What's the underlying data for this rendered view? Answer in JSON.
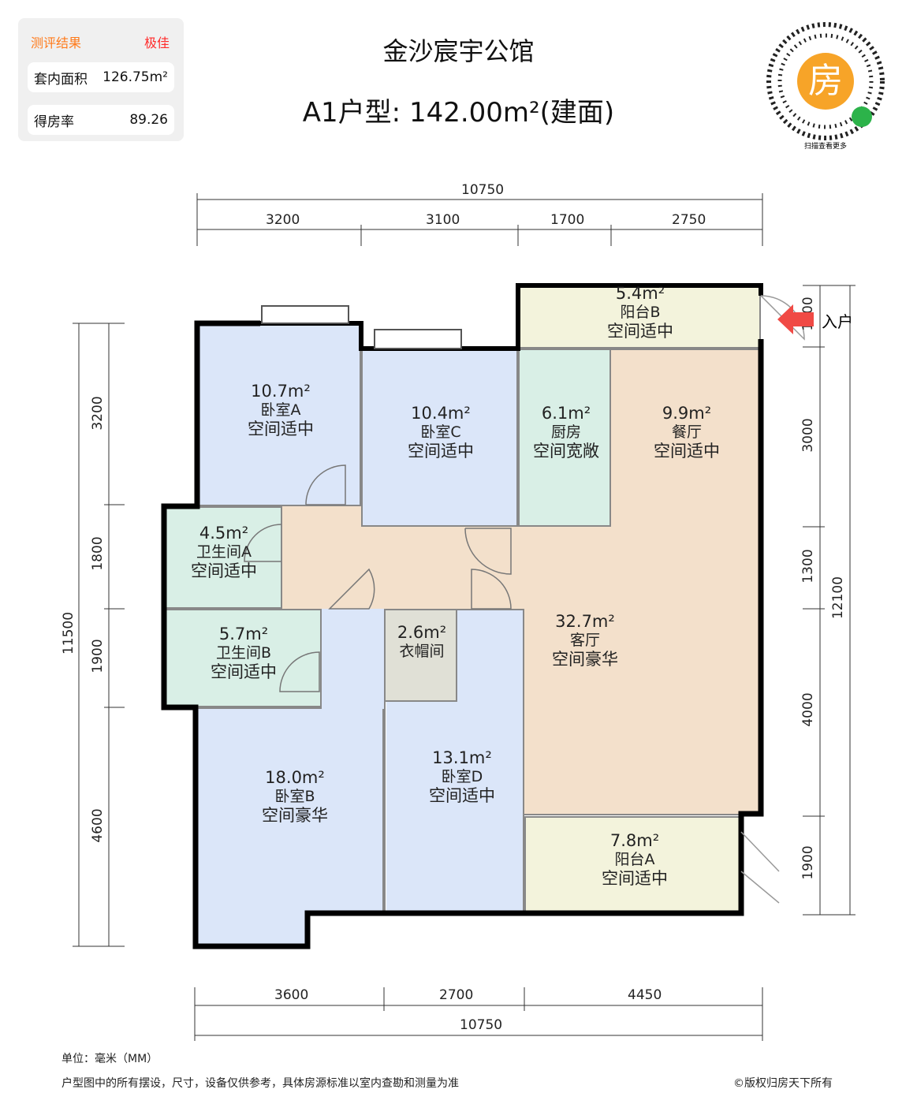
{
  "score_panel": {
    "heading": "测评结果",
    "rating": "极佳",
    "rows": [
      {
        "label": "套内面积",
        "value": "126.75m²"
      },
      {
        "label": "得房率",
        "value": "89.26"
      }
    ]
  },
  "header": {
    "project": "金沙宸宇公馆",
    "unit": "A1户型: 142.00m²(建面)"
  },
  "qr": {
    "center_char": "房",
    "caption": "扫描查看更多"
  },
  "entrance": {
    "label": "入户",
    "arrow_color": "#f04a45"
  },
  "colors": {
    "bedroom": "#dbe6f9",
    "bath": "#d9efe6",
    "living": "#f3e0cb",
    "balcony": "#f3f3dc",
    "closet": "#e0e0d6",
    "rating": "#ff2a2a",
    "heading": "#ff7a1a"
  },
  "rooms": [
    {
      "area": "10.7m²",
      "name": "卧室A",
      "rating": "空间适中"
    },
    {
      "area": "10.4m²",
      "name": "卧室C",
      "rating": "空间适中"
    },
    {
      "area": "6.1m²",
      "name": "厨房",
      "rating": "空间宽敞"
    },
    {
      "area": "9.9m²",
      "name": "餐厅",
      "rating": "空间适中"
    },
    {
      "area": "5.4m²",
      "name": "阳台B",
      "rating": "空间适中"
    },
    {
      "area": "4.5m²",
      "name": "卫生间A",
      "rating": "空间适中"
    },
    {
      "area": "5.7m²",
      "name": "卫生间B",
      "rating": "空间适中"
    },
    {
      "area": "2.6m²",
      "name": "衣帽间",
      "rating": ""
    },
    {
      "area": "32.7m²",
      "name": "客厅",
      "rating": "空间豪华"
    },
    {
      "area": "18.0m²",
      "name": "卧室B",
      "rating": "空间豪华"
    },
    {
      "area": "13.1m²",
      "name": "卧室D",
      "rating": "空间适中"
    },
    {
      "area": "7.8m²",
      "name": "阳台A",
      "rating": "空间适中"
    }
  ],
  "dimensions": {
    "top_total": "10750",
    "top": [
      "3200",
      "3100",
      "1700",
      "2750"
    ],
    "bottom_total": "10750",
    "bottom": [
      "3600",
      "2700",
      "4450"
    ],
    "left_total": "11500",
    "left": [
      "3200",
      "1800",
      "1900",
      "4600"
    ],
    "right_total": "12100",
    "right": [
      "1100",
      "3000",
      "1300",
      "4000",
      "1900"
    ]
  },
  "footer": {
    "unit": "单位：毫米（MM）",
    "disclaimer": "户型图中的所有摆设，尺寸，设备仅供参考，具体房源标准以室内查勘和测量为准",
    "copyright": "©版权归房天下所有"
  }
}
